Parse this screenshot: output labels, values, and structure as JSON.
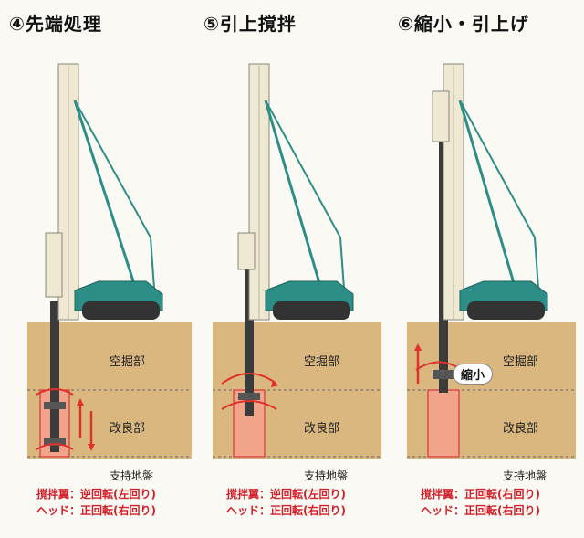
{
  "colors": {
    "ground": "#d9b77f",
    "ground_dark": "#c8a46a",
    "machine_teal": "#2c8e86",
    "machine_light": "#efe9d4",
    "arrow_red": "#e0312b",
    "improved_fill": "#f2a48a",
    "text_red": "#d2202a"
  },
  "panels": [
    {
      "title": "④先端処理",
      "zone_upper": "空掘部",
      "zone_lower": "改良部",
      "support": "支持地盤",
      "line1": "撹拌翼：逆回転(左回り)",
      "line2": "ヘッド：正回転(右回り)"
    },
    {
      "title": "⑤引上撹拌",
      "zone_upper": "空掘部",
      "zone_lower": "改良部",
      "support": "支持地盤",
      "line1": "撹拌翼：逆回転(左回り)",
      "line2": "ヘッド：正回転(右回り)"
    },
    {
      "title": "⑥縮小・引上げ",
      "zone_upper": "空掘部",
      "zone_lower": "改良部",
      "support": "支持地盤",
      "line1": "撹拌翼：正回転(右回り)",
      "line2": "ヘッド：正回転(右回り)",
      "badge": "縮小"
    }
  ]
}
